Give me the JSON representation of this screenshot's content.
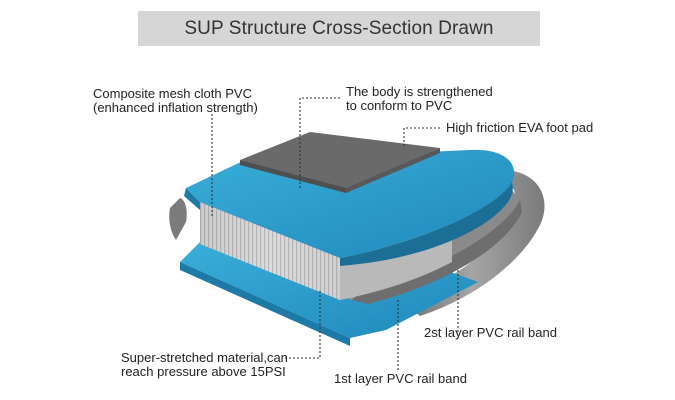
{
  "title": "SUP Structure Cross-Section Drawn",
  "labels": {
    "composite_mesh": {
      "line1": "Composite mesh cloth PVC",
      "line2": "(enhanced inflation strength)"
    },
    "body_strengthened": {
      "line1": "The body is strengthened",
      "line2": "to conform to PVC"
    },
    "eva_pad": "High friction EVA foot pad",
    "super_stretched": {
      "line1": "Super-stretched material,can",
      "line2": "reach pressure above 15PSI"
    },
    "rail_1st": "1st layer PVC rail band",
    "rail_2nd": "2st layer PVC rail band"
  },
  "colors": {
    "blue": "#2f9fcf",
    "blue_dark": "#1f7fae",
    "gray_rail": "#8e8e8e",
    "gray_dark": "#5f5f5f",
    "pad": "#6b6b6b",
    "core": "#d9d9d9"
  }
}
